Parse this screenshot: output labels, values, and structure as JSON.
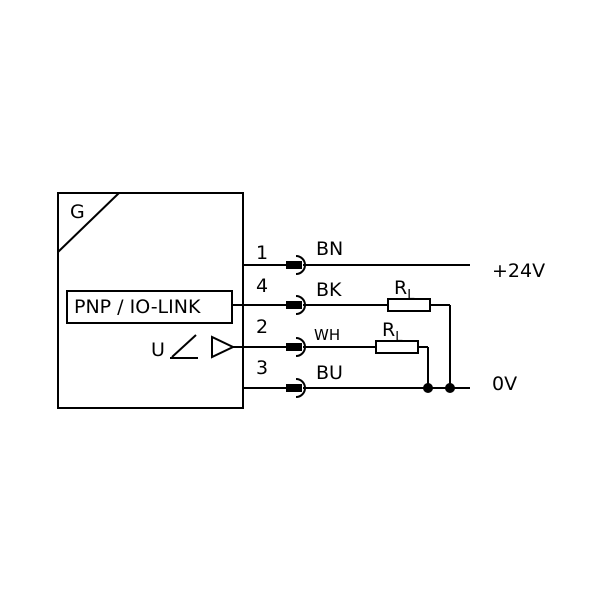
{
  "sensor": {
    "g_label": "G",
    "output_box": "PNP / IO-LINK",
    "analog_label": "U"
  },
  "pins": [
    {
      "number": "1",
      "wire": "BN"
    },
    {
      "number": "4",
      "wire": "BK"
    },
    {
      "number": "2",
      "wire": "WH"
    },
    {
      "number": "3",
      "wire": "BU"
    }
  ],
  "loads": [
    {
      "symbol": "R",
      "subscript": "L"
    },
    {
      "symbol": "R",
      "subscript": "L"
    }
  ],
  "supply": {
    "positive": "+24V",
    "ground": "0V"
  }
}
